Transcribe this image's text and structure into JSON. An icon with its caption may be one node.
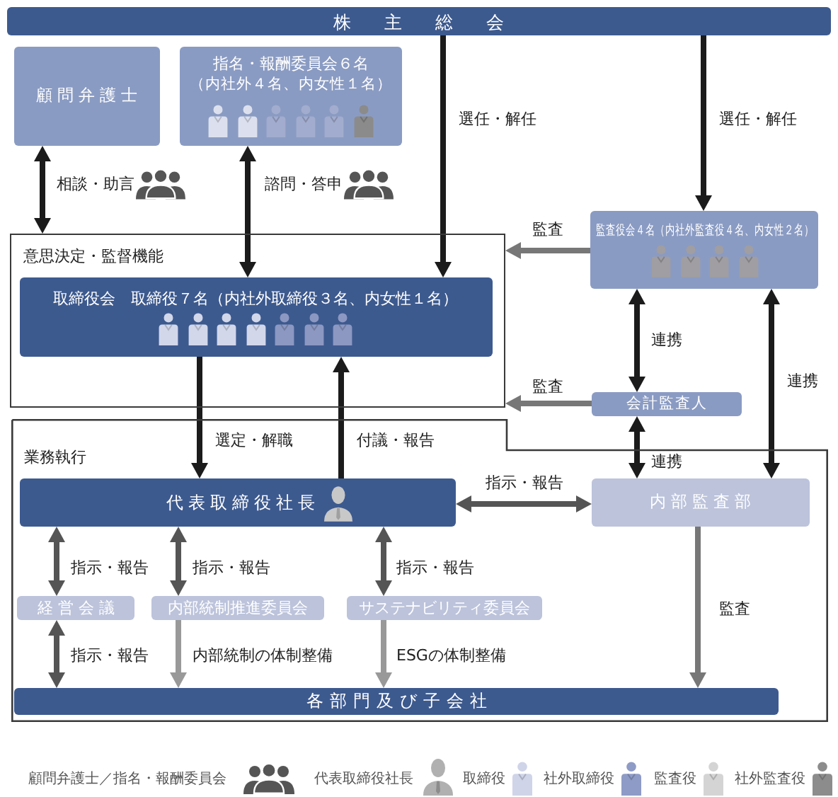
{
  "diagram": {
    "nodes": [
      {
        "text": [
          "株主総会"
        ]
      },
      {
        "text": [
          "顧問弁護士"
        ]
      },
      {
        "text": [
          "指名・報酬委員会６名",
          "（内社外４名、内女性１名）"
        ]
      },
      {
        "text": [
          "意思決定・監督機能"
        ]
      },
      {
        "text": [
          "取締役会　取締役７名（内社外取締役３名、内女性１名）"
        ],
        "in": 3
      },
      {
        "text": [
          "監査役会４名（内社外監査役４名、内女性２名）"
        ]
      },
      {
        "text": [
          "会計監査人"
        ]
      },
      {
        "text": [
          "業務執行"
        ]
      },
      {
        "text": [
          "代表取締役社長"
        ],
        "in": 7
      },
      {
        "text": [
          "内部監査部"
        ],
        "in": 7
      },
      {
        "text": [
          "経営会議"
        ],
        "in": 7
      },
      {
        "text": [
          "内部統制推進委員会"
        ],
        "in": 7
      },
      {
        "text": [
          "サステナビリティ委員会"
        ],
        "in": 7
      },
      {
        "text": [
          "各部門及び子会社"
        ],
        "in": 7
      }
    ],
    "edges": [
      {
        "from": 0,
        "to": 4,
        "arrow": "to",
        "label": "選任・解任"
      },
      {
        "from": 0,
        "to": 5,
        "arrow": "to",
        "label": "選任・解任"
      },
      {
        "from": 1,
        "to": 3,
        "arrow": "both",
        "label": "相談・助言"
      },
      {
        "from": 2,
        "to": 4,
        "arrow": "both",
        "label": "諮問・答申"
      },
      {
        "from": 5,
        "to": 3,
        "arrow": "to",
        "label": "監査",
        "color": "#777777"
      },
      {
        "from": 6,
        "to": 3,
        "arrow": "to",
        "label": "監査",
        "color": "#777777"
      },
      {
        "from": 5,
        "to": 6,
        "arrow": "both",
        "label": "連携"
      },
      {
        "from": 5,
        "to": 9,
        "arrow": "both",
        "label": "連携"
      },
      {
        "from": 6,
        "to": 9,
        "arrow": "both",
        "label": "連携"
      },
      {
        "from": 4,
        "to": 8,
        "arrow": "to",
        "label": "選定・解職"
      },
      {
        "from": 8,
        "to": 4,
        "arrow": "to",
        "label": "付議・報告"
      },
      {
        "from": 8,
        "to": 9,
        "arrow": "both",
        "label": "指示・報告",
        "color": "#555555"
      },
      {
        "from": 8,
        "to": 10,
        "arrow": "both",
        "label": "指示・報告",
        "color": "#555555"
      },
      {
        "from": 8,
        "to": 11,
        "arrow": "both",
        "label": "指示・報告",
        "color": "#555555"
      },
      {
        "from": 8,
        "to": 12,
        "arrow": "both",
        "label": "指示・報告",
        "color": "#555555"
      },
      {
        "from": 10,
        "to": 13,
        "arrow": "both",
        "label": "指示・報告",
        "color": "#555555"
      },
      {
        "from": 11,
        "to": 13,
        "arrow": "to",
        "label": "内部統制の体制整備",
        "color": "#999999"
      },
      {
        "from": 12,
        "to": 13,
        "arrow": "to",
        "label": "ESGの体制整備",
        "color": "#999999"
      },
      {
        "from": 9,
        "to": 13,
        "arrow": "to",
        "label": "監査",
        "color": "#777777"
      }
    ],
    "legend": [
      {
        "text": "顧問弁護士／指名・報酬委員会"
      },
      {
        "text": "代表取締役社長"
      },
      {
        "text": "取締役"
      },
      {
        "text": "社外取締役"
      },
      {
        "text": "監査役"
      },
      {
        "text": "社外監査役"
      }
    ]
  }
}
